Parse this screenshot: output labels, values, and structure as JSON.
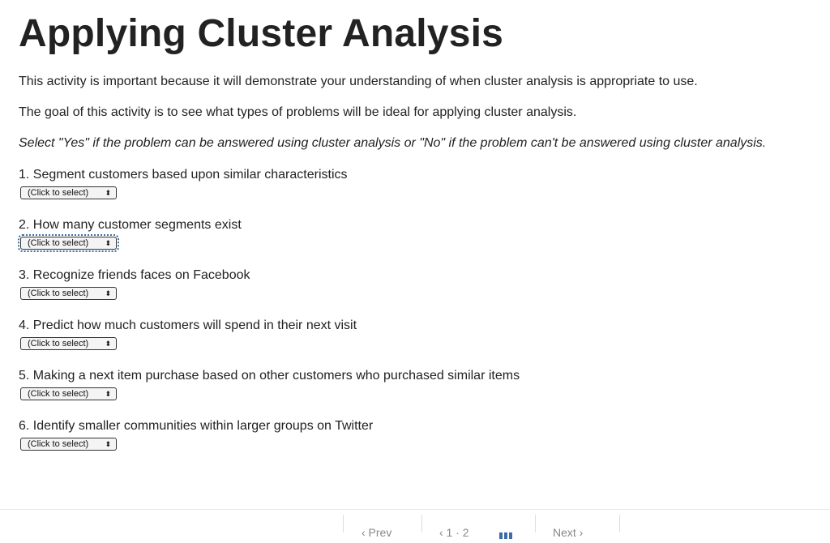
{
  "title": "Applying Cluster Analysis",
  "paragraphs": {
    "intro": "This activity is important because it will demonstrate your understanding of when cluster analysis is appropriate to use.",
    "goal": "The goal of this activity is to see what types of problems will be ideal for applying cluster analysis.",
    "instruction": "Select \"Yes\" if the problem can be answered using cluster analysis or \"No\" if the problem can't be answered using cluster analysis."
  },
  "questions": [
    {
      "text": "1. Segment customers based upon similar characteristics",
      "select": "(Click to select)"
    },
    {
      "text": "2. How many customer segments exist",
      "select": "(Click to select)"
    },
    {
      "text": "3. Recognize friends faces on Facebook",
      "select": "(Click to select)"
    },
    {
      "text": "4. Predict how much customers will spend in their next visit",
      "select": "(Click to select)"
    },
    {
      "text": "5. Making a next item purchase based on other customers who purchased similar items",
      "select": "(Click to select)"
    },
    {
      "text": "6. Identify smaller communities within larger groups on Twitter",
      "select": "(Click to select)"
    }
  ],
  "select_arrows": "⬍",
  "footer": {
    "prev_label": "‹ Prev",
    "page_label": "‹ 1 · 2",
    "next_label": "Next ›"
  },
  "colors": {
    "text": "#222222",
    "accent": "#3b6ea8"
  }
}
